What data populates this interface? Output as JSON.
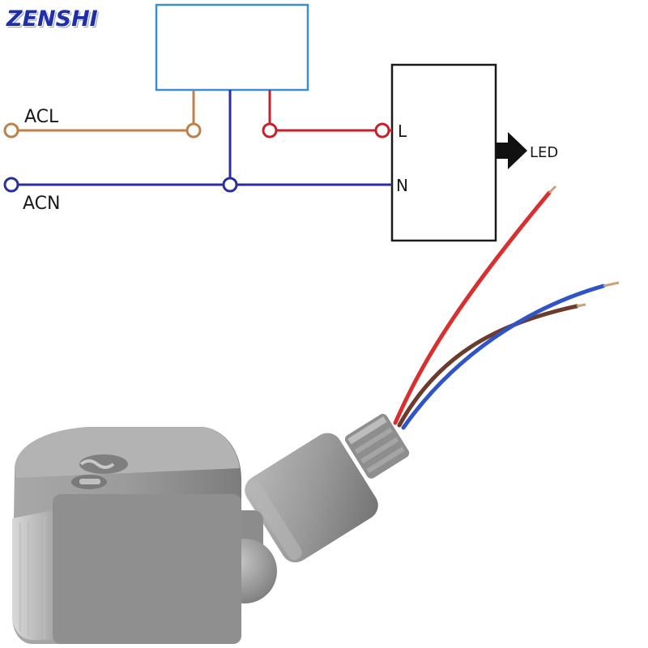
{
  "brand": {
    "logo_text": "ZENSHI"
  },
  "diagram": {
    "labels": {
      "acl": "ACL",
      "acn": "ACN",
      "l": "L",
      "n": "N",
      "led": "LED"
    },
    "colors": {
      "acl_wire": "#c0804a",
      "acn_wire": "#2a2f9e",
      "l_wire": "#c8202a",
      "sensor_box": "#3a8fd0",
      "driver_box": "#1a1a1a"
    },
    "icons": [
      "arrow-right-icon"
    ]
  },
  "product_photo": {
    "subject": "pir-motion-sensor",
    "wire_colors": [
      "#d8302e",
      "#2f54c8",
      "#6b3b2b"
    ],
    "body_color": "#9a9a9a"
  }
}
